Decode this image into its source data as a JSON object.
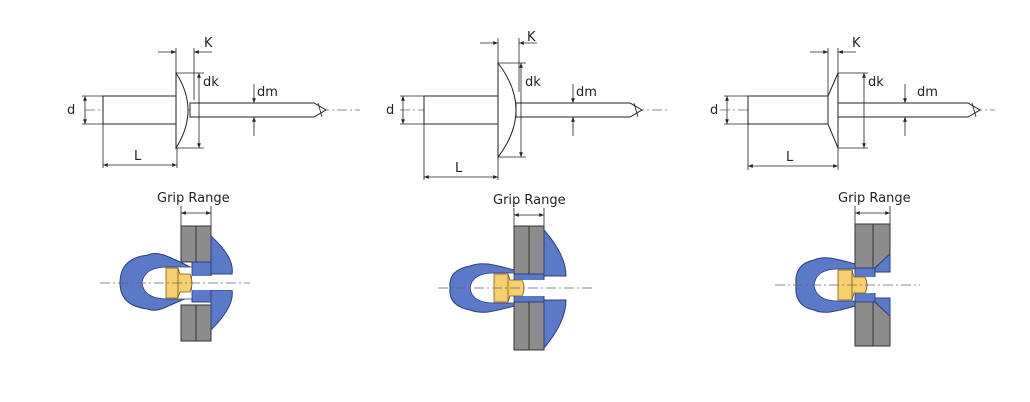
{
  "labels": {
    "k": "K",
    "dk": "dk",
    "dm": "dm",
    "d": "d",
    "l": "L",
    "grip_range": "Grip Range"
  },
  "variants": [
    {
      "head": "dome-head"
    },
    {
      "head": "large-flange-head"
    },
    {
      "head": "countersunk-head"
    }
  ],
  "colors": {
    "rivet_body": "#5a79c9",
    "mandrel_head": "#f6cf6e",
    "plate": "#8c8c8c",
    "line": "#222222"
  }
}
